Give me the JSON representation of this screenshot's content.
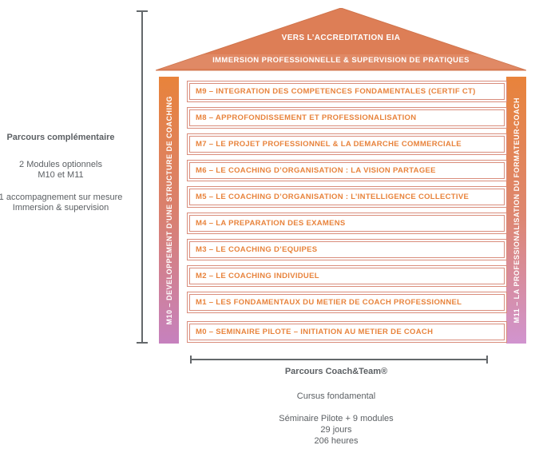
{
  "colors": {
    "roof_fill": "#DD7E56",
    "roof_stroke": "#D0744C",
    "bar_gradient_top": "#E8833B",
    "bar_m10_gradient_bottom": "#C681BE",
    "bar_m11_gradient_bottom": "#D194CF",
    "module_border": "#D98D7C",
    "module_text": "#E8833C",
    "measure_line": "#64686b",
    "gray_text": "#5C6064"
  },
  "roof": {
    "top_label": "VERS L’ACCREDITATION EIA",
    "band_label": "IMMERSION PROFESSIONNELLE & SUPERVISION DE PRATIQUES"
  },
  "left_bar": {
    "label": "M10 – DEVELOPPEMENT D’UNE STRUCTURE DE COACHING"
  },
  "right_bar": {
    "label": "M11 – LA PROFESSIONALISATION DU FORMATEUR-COACH"
  },
  "modules": [
    {
      "label": "M9 – INTEGRATION DES COMPETENCES FONDAMENTALES (CERTIF CT)"
    },
    {
      "label": "M8 – APPROFONDISSEMENT ET PROFESSIONALISATION"
    },
    {
      "label": "M7 – LE PROJET PROFESSIONNEL & LA DEMARCHE COMMERCIALE"
    },
    {
      "label": "M6 – LE COACHING D’ORGANISATION : LA VISION PARTAGEE"
    },
    {
      "label": "M5 – LE COACHING D’ORGANISATION : L’INTELLIGENCE COLLECTIVE"
    },
    {
      "label": "M4 – LA PREPARATION DES EXAMENS"
    },
    {
      "label": "M3 – LE COACHING D’EQUIPES"
    },
    {
      "label": "M2 – LE COACHING INDIVIDUEL"
    },
    {
      "label": "M1 – LES FONDAMENTAUX DU METIER DE COACH PROFESSIONNEL"
    },
    {
      "label": "M0 – SEMINAIRE PILOTE – INITIATION AU METIER DE COACH"
    }
  ],
  "left_panel": {
    "title": "Parcours complémentaire",
    "line1": "2 Modules optionnels",
    "line2": "M10 et M11",
    "line3": "1 accompagnement sur mesure",
    "line4": "Immersion & supervision"
  },
  "bottom_panel": {
    "title": "Parcours Coach&Team®",
    "subtitle": "Cursus fondamental",
    "line1": "Séminaire Pilote + 9 modules",
    "line2": "29 jours",
    "line3": "206 heures"
  }
}
